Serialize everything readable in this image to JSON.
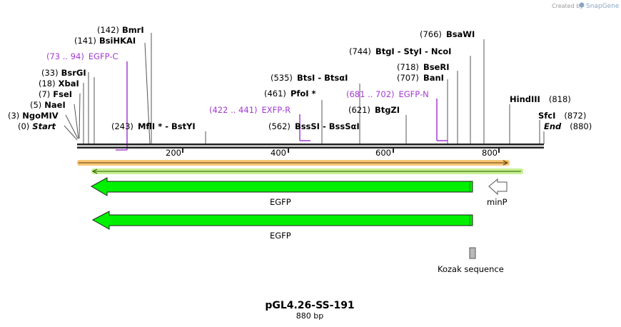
{
  "brand": {
    "created_by": "Created by",
    "app": "SnapGene"
  },
  "sites_left": [
    {
      "pos": "(0)",
      "name": "Start",
      "italic": true
    },
    {
      "pos": "(3)",
      "name": "NgoMIV"
    },
    {
      "pos": "(5)",
      "name": "NaeI"
    },
    {
      "pos": "(7)",
      "name": "FseI"
    },
    {
      "pos": "(18)",
      "name": "XbaI"
    },
    {
      "pos": "(33)",
      "name": "BsrGI"
    },
    {
      "pos": "(141)",
      "name": "BsiHKAI"
    },
    {
      "pos": "(142)",
      "name": "BmrI"
    }
  ],
  "primers": [
    {
      "range": "(73 .. 94)",
      "name": "EGFP-C"
    },
    {
      "range": "(422 .. 441)",
      "name": "EXFP-R"
    },
    {
      "range": "(681 .. 702)",
      "name": "EGFP-N"
    }
  ],
  "sites_mid": [
    {
      "pos": "(243)",
      "names": "MflI * - BstYI"
    },
    {
      "pos": "(562)",
      "names": "BssSI - BssSαI"
    },
    {
      "pos": "(461)",
      "names": "PfoI *"
    },
    {
      "pos": "(535)",
      "names": "BtsI - BtsαI"
    },
    {
      "pos": "(621)",
      "names": "BtgZI"
    },
    {
      "pos": "(707)",
      "names": "BanI"
    },
    {
      "pos": "(718)",
      "names": "BseRI"
    },
    {
      "pos": "(744)",
      "names": "BtgI - StyI - NcoI"
    },
    {
      "pos": "(766)",
      "names": "BsaWI"
    }
  ],
  "sites_right": [
    {
      "name": "HindIII",
      "pos": "(818)"
    },
    {
      "name": "SfcI",
      "pos": "(872)"
    },
    {
      "name": "End",
      "pos": "(880)",
      "italic": true
    }
  ],
  "ruler_ticks": [
    "200",
    "400",
    "600",
    "800"
  ],
  "features": [
    {
      "name": "EGFP"
    },
    {
      "name": "minP"
    },
    {
      "name": "EGFP"
    },
    {
      "name": "Kozak sequence"
    }
  ],
  "footer": {
    "title": "pGL4.26-SS-191",
    "length": "880 bp"
  },
  "colors": {
    "primer": "#a33ad0",
    "egfp": "#00f000",
    "orange_bar": "#f5b247",
    "green_bar": "#c6f08f"
  }
}
